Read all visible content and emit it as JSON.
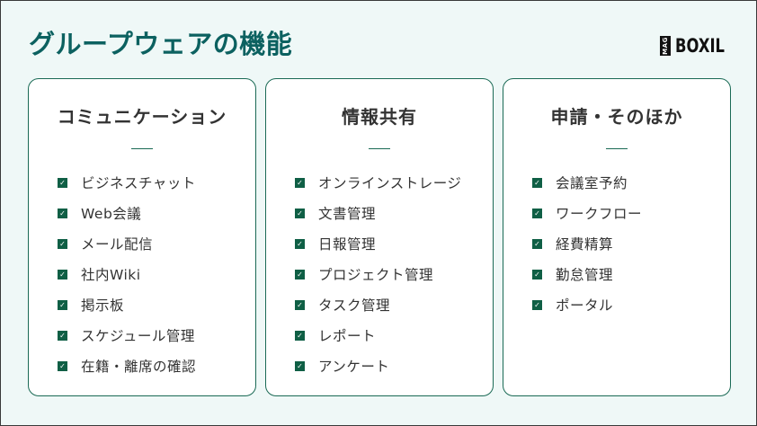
{
  "header": {
    "title": "グループウェアの機能",
    "logo": {
      "badge": "MAG",
      "text": "BOXIL"
    }
  },
  "colors": {
    "title": "#0c6160",
    "accent": "#1a6a55",
    "check": "#0f5f45",
    "background": "#eff8f7",
    "text": "#333333"
  },
  "icons": {
    "check": "checkbox-checked-icon"
  },
  "cards": [
    {
      "title": "コミュニケーション",
      "items": [
        "ビジネスチャット",
        "Web会議",
        "メール配信",
        "社内Wiki",
        "掲示板",
        "スケジュール管理",
        "在籍・離席の確認"
      ]
    },
    {
      "title": "情報共有",
      "items": [
        "オンラインストレージ",
        "文書管理",
        "日報管理",
        "プロジェクト管理",
        "タスク管理",
        "レポート",
        "アンケート"
      ]
    },
    {
      "title": "申請・そのほか",
      "items": [
        "会議室予約",
        "ワークフロー",
        "経費精算",
        "勤怠管理",
        "ポータル"
      ]
    }
  ]
}
